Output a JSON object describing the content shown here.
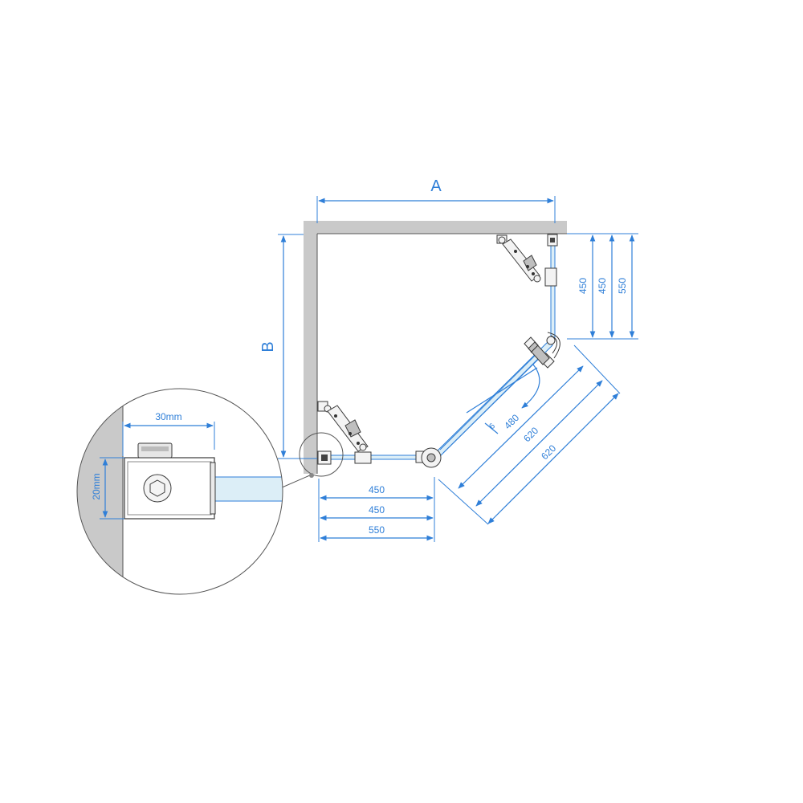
{
  "labels": {
    "width_label": "A",
    "depth_label": "B"
  },
  "dimensions": {
    "bottom_450_a": "450",
    "bottom_450_b": "450",
    "bottom_550": "550",
    "right_450_a": "450",
    "right_450_b": "450",
    "right_550": "550",
    "diag_480": "480",
    "diag_620_a": "620",
    "diag_620_b": "620",
    "angle_small": "6"
  },
  "detail": {
    "width_label": "30mm",
    "height_label": "20mm"
  },
  "colors": {
    "dimension": "#2f7fd8",
    "wall": "#c9c9c9",
    "glass": "#dceef7",
    "outline": "#3a3a3a"
  }
}
